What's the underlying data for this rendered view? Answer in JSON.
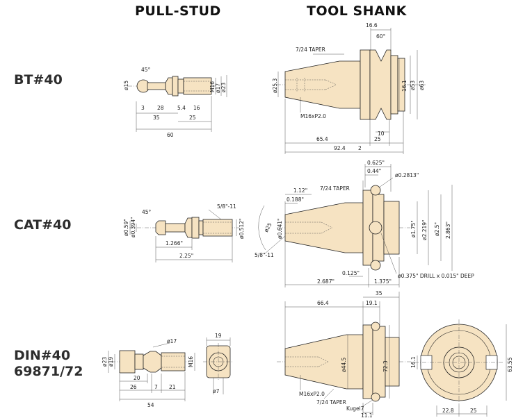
{
  "headers": {
    "pull_stud": "PULL-STUD",
    "tool_shank": "TOOL SHANK"
  },
  "rows": {
    "bt40": {
      "label": "BT#40",
      "stud": {
        "d15": "ø15",
        "a45": "45°",
        "d17": "ø17",
        "m16": "M16",
        "d23": "ø23",
        "d3": "3",
        "d28": "28",
        "d54": "5.4",
        "d16": "16",
        "d35": "35",
        "d25": "25",
        "d60": "60"
      },
      "shank": {
        "d166": "16.6",
        "a60": "60°",
        "taper": "7/24 TAPER",
        "d253": "ø25.3",
        "d161": "16.1",
        "d53": "ø53",
        "d63": "ø63",
        "thread": "M16xP2.0",
        "d10": "10",
        "d654": "65.4",
        "d25": "25",
        "d924": "92.4",
        "d2": "2"
      }
    },
    "cat40": {
      "label": "CAT#40",
      "stud": {
        "a45": "45°",
        "thread": "5/8\"-11",
        "d059": "ø0.59\"",
        "d0394": "ø0.394\"",
        "d0512": "ø0.512\"",
        "d1266": "1.266\"",
        "d225": "2.25\""
      },
      "shank": {
        "d0625": "0.625\"",
        "d044": "0.44\"",
        "d02813": "ø0.2813\"",
        "d112": "1.12\"",
        "taper": "7/24 TAPER",
        "d0188": "0.188\"",
        "d25": "ø25",
        "d0641": "ø0.641\"",
        "d175": "ø1.75\"",
        "d2219": "ø2.219\"",
        "d25b": "ø2.5\"",
        "d2863": "2.863\"",
        "thread": "5/8\"-11",
        "d0125": "0.125\"",
        "drill": "ø0.375\" DRILL x 0.015\" DEEP",
        "d2687": "2.687\"",
        "d1375": "1.375\""
      }
    },
    "din40": {
      "label1": "DIN#40",
      "label2": "69871/72",
      "stud": {
        "d17": "ø17",
        "d23": "ø23",
        "d19": "ø19",
        "m16": "M16",
        "d20": "20",
        "d26": "26",
        "d7": "7",
        "d21": "21",
        "d54": "54",
        "e19": "19",
        "e7": "ø7"
      },
      "shank": {
        "d35": "35",
        "d664": "66.4",
        "d191": "19.1",
        "d445": "ø44.5",
        "d723": "72.3",
        "thread": "M16xP2.0",
        "taper": "7/24 TAPER",
        "kugel": "Kugel7",
        "d111": "11.1",
        "d161": "16.1",
        "d6355": "63.55",
        "d228": "22.8",
        "d25": "25"
      }
    }
  }
}
